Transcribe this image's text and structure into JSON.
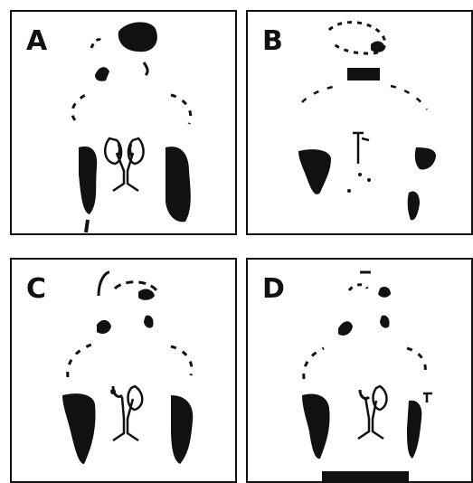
{
  "panels": [
    {
      "label": "A"
    },
    {
      "label": "B"
    },
    {
      "label": "C"
    },
    {
      "label": "D"
    }
  ],
  "colors": {
    "ink": "#111111",
    "background": "#ffffff"
  }
}
